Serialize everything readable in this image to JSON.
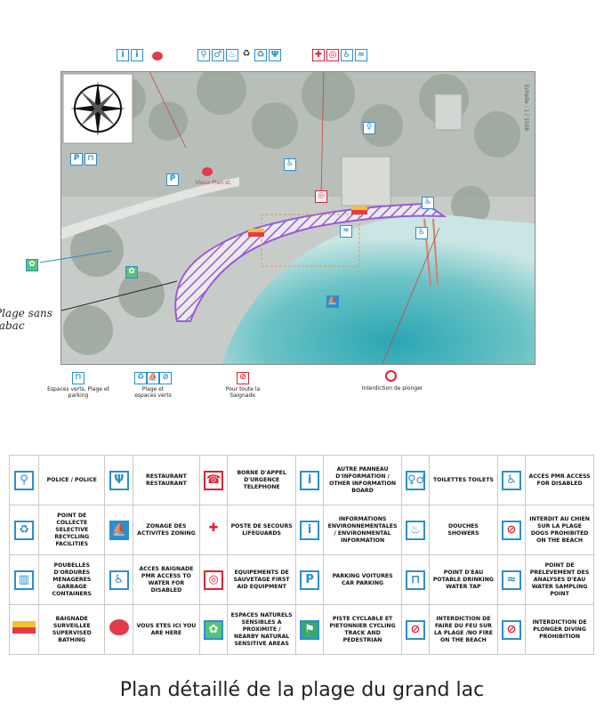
{
  "map": {
    "scale": "Echelle : 1 / 1500",
    "building_label": "Vieux-Plan st.",
    "handwritten_note": "Plage sans tabac",
    "labels": {
      "espaces_verts": "Espaces verts, Plage et parking",
      "plage_espaces": "Plage et espaces verts",
      "baignade": "Pour toute la baignade",
      "plonger": "Interdiction de plonger"
    }
  },
  "legend": {
    "rows": [
      [
        {
          "icon": "police-icon",
          "text": "POLICE / POLICE"
        },
        {
          "icon": "restaurant-icon",
          "text": "RESTAURANT RESTAURANT"
        },
        {
          "icon": "phone-icon",
          "text": "BORNE D'APPEL D'URGENCE TELEPHONE"
        },
        {
          "icon": "info-icon",
          "text": "AUTRE PANNEAU D'INFORMATION / OTHER INFORMATION BOARD"
        },
        {
          "icon": "toilets-icon",
          "text": "TOILETTES TOILETS"
        },
        {
          "icon": "wheelchair-icon",
          "text": "ACCES PMR ACCESS FOR DISABLED"
        }
      ],
      [
        {
          "icon": "recycling-icon",
          "text": "POINT DE COLLECTE SELECTIVE RECYCLING FACILITIES"
        },
        {
          "icon": "zoning-icon",
          "text": "ZONAGE DES ACTIVITES ZONING"
        },
        {
          "icon": "first-aid-icon",
          "text": "POSTE DE SECOURS LIFEGUARDS"
        },
        {
          "icon": "environmental-info-icon",
          "text": "INFORMATIONS ENVIRONNEMENTALES / ENVIRONMENTAL INFORMATION"
        },
        {
          "icon": "shower-icon",
          "text": "DOUCHES SHOWERS"
        },
        {
          "icon": "no-dogs-icon",
          "text": "INTERDIT AU CHIEN SUR LA PLAGE DOGS PROHIBITED ON THE BEACH"
        }
      ],
      [
        {
          "icon": "garbage-icon",
          "text": "POUBELLES D'ORDURES MENAGERES GARBAGE CONTAINERS"
        },
        {
          "icon": "water-access-icon",
          "text": "ACCES BAIGNADE PMR ACCESS TO WATER FOR DISABLED"
        },
        {
          "icon": "lifebuoy-icon",
          "text": "EQUIPEMENTS DE SAUVETAGE FIRST AID EQUIPMENT"
        },
        {
          "icon": "parking-icon",
          "text": "PARKING VOITURES CAR PARKING"
        },
        {
          "icon": "drinking-water-icon",
          "text": "POINT D'EAU POTABLE DRINKING WATER TAP"
        },
        {
          "icon": "water-sampling-icon",
          "text": "POINT DE PRELEVEMENT DES ANALYSES D'EAU WATER SAMPLING POINT"
        }
      ],
      [
        {
          "icon": "supervised-flag-icon",
          "text": "BAIGNADE SURVEILLEE SUPERVISED BATHING"
        },
        {
          "icon": "you-are-here-icon",
          "text": "VOUS ETES ICI YOU ARE HERE"
        },
        {
          "icon": "natural-area-icon",
          "text": "ESPACES NATURELS SENSIBLES A PROXIMITE / NEARBY NATURAL SENSITIVE AREAS"
        },
        {
          "icon": "cycling-path-icon",
          "text": "PISTE CYCLABLE ET PIETONNIER CYCLING TRACK AND PEDESTRIAN"
        },
        {
          "icon": "no-fire-icon",
          "text": "INTERDICTION DE FAIRE DU FEU SUR LA PLAGE /NO FIRE ON THE BEACH"
        },
        {
          "icon": "no-diving-icon",
          "text": "INTERDICTION DE PLONGER DIVING PROHIBITION"
        }
      ]
    ]
  },
  "caption": "Plan détaillé de la plage du grand lac",
  "colors": {
    "accent": "#2a8fd0",
    "beach_hatch": "#9b5bd6",
    "you_are_here": "#e23b4b"
  }
}
